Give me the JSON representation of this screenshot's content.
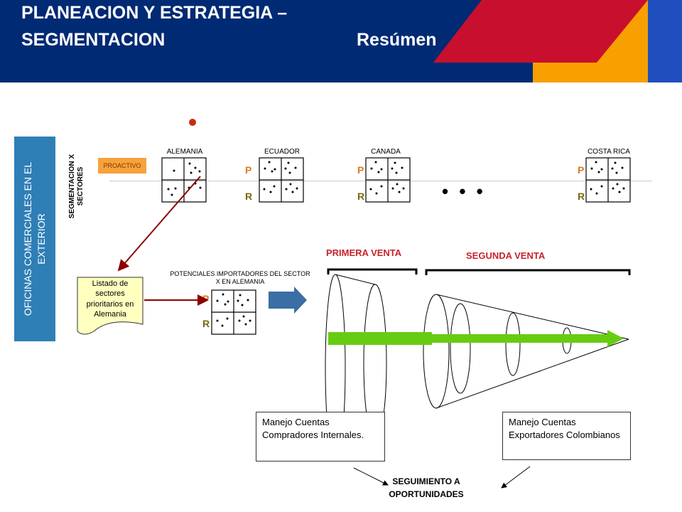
{
  "header": {
    "title_line1": "PLANEACION Y ESTRATEGIA –",
    "title_line2": "SEGMENTACION",
    "subtitle": "Resúmen"
  },
  "sidebar": {
    "text": "OFICINAS  COMERCIALES EN EL EXTERIOR"
  },
  "segmentation_label": "SEGMENTACION X SECTORES",
  "proactivo": "PROACTIVO",
  "countries": [
    {
      "name": "ALEMANIA"
    },
    {
      "name": "ECUADOR",
      "p": "P",
      "r": "R"
    },
    {
      "name": "CANADA",
      "p": "P",
      "r": "R"
    },
    {
      "name": "COSTA RICA",
      "p": "P",
      "r": "R"
    }
  ],
  "ellipsis": "• • •",
  "listado": "Listado de sectores prioritarios en Alemania",
  "importadores": {
    "title": "POTENCIALES IMPORTADORES DEL SECTOR X EN ALEMANIA",
    "p": "P",
    "r": "R"
  },
  "primera_venta": "PRIMERA VENTA",
  "segunda_venta": "SEGUNDA VENTA",
  "box_left": "Manejo Cuentas Compradores Internales.",
  "box_right": "Manejo Cuentas Exportadores Colombianos",
  "seguimiento": "SEGUIMIENTO A OPORTUNIDADES",
  "colors": {
    "navy": "#002a73",
    "red": "#c00000",
    "orange": "#f7a23b",
    "blue_strip": "#1f4fbf",
    "green_arrow": "#66cc11",
    "sidebar_blue": "#2e7fb6"
  }
}
